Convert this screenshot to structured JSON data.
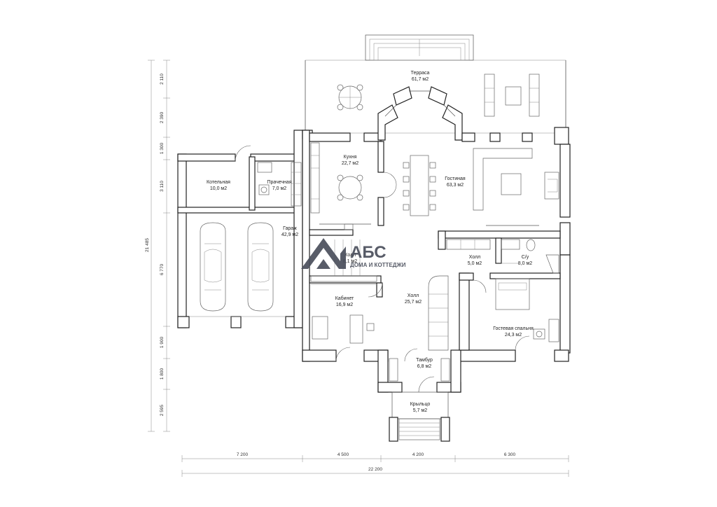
{
  "plan": {
    "rooms": [
      {
        "id": "terrace",
        "name": "Терраса",
        "area": "61,7 м2"
      },
      {
        "id": "kitchen",
        "name": "Кухня",
        "area": "22,7 м2"
      },
      {
        "id": "living",
        "name": "Гостиная",
        "area": "63,3 м2"
      },
      {
        "id": "boiler",
        "name": "Котельная",
        "area": "10,0 м2"
      },
      {
        "id": "laundry",
        "name": "Прачечная",
        "area": "7,0 м2"
      },
      {
        "id": "garage",
        "name": "Гараж",
        "area": "42,9 м2"
      },
      {
        "id": "hall-small",
        "name": "Холл",
        "area": "8,1 м2"
      },
      {
        "id": "hall-right",
        "name": "Холл",
        "area": "5,0 м2"
      },
      {
        "id": "wc",
        "name": "С/у",
        "area": "8,0 м2"
      },
      {
        "id": "hall-main",
        "name": "Холл",
        "area": "25,7 м2"
      },
      {
        "id": "office",
        "name": "Кабинет",
        "area": "16,9 м2"
      },
      {
        "id": "guest",
        "name": "Гостевая спальня",
        "area": "24,3 м2"
      },
      {
        "id": "vestibule",
        "name": "Тамбур",
        "area": "6,8 м2"
      },
      {
        "id": "porch",
        "name": "Крыльцо",
        "area": "5,7 м2"
      }
    ],
    "dims_bottom": [
      "7 200",
      "4 500",
      "4 200",
      "6 300"
    ],
    "dim_total": "22 200",
    "dims_left": [
      "2 110",
      "2 390",
      "1 300",
      "3 110",
      "6 770",
      "1 900",
      "1 800",
      "2 595"
    ],
    "dim_left_total": "21 485"
  },
  "logo": {
    "brand": "АБС",
    "tagline": "ДОМА И КОТТЕДЖИ",
    "color": "#4a4f5c"
  }
}
